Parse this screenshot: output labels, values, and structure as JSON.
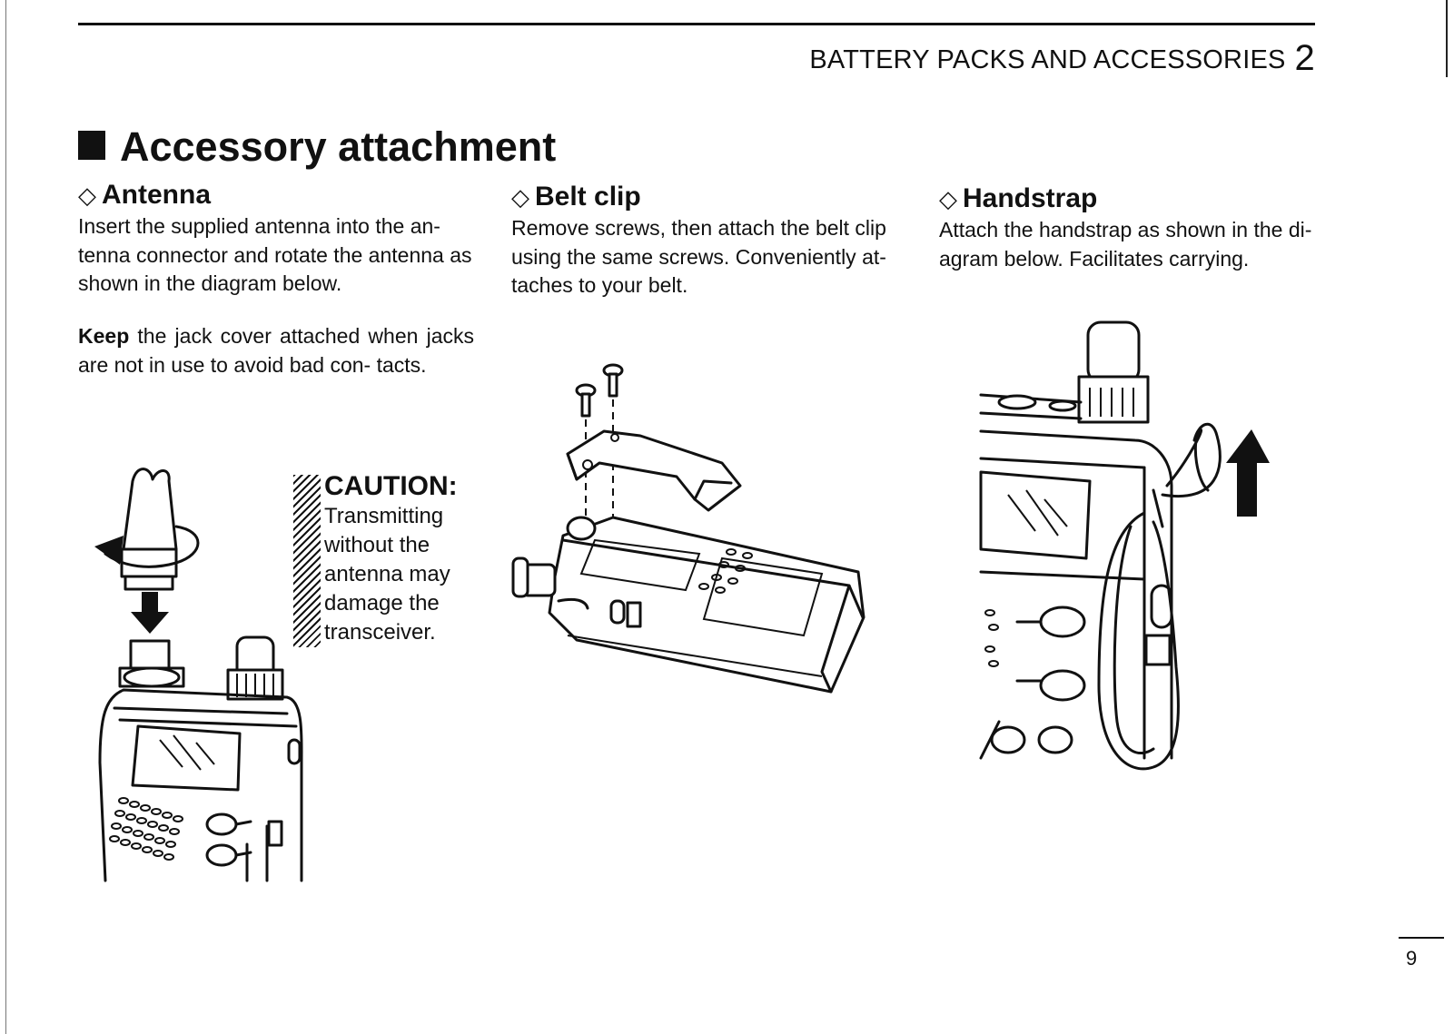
{
  "header": {
    "section_title": "BATTERY PACKS AND ACCESSORIES",
    "chapter_number": "2"
  },
  "title": "Accessory attachment",
  "antenna": {
    "heading": "Antenna",
    "text": "Insert the supplied antenna into the an- tenna connector and rotate the antenna as shown in the diagram below.",
    "keep_bold": "Keep",
    "keep_text": " the jack cover attached when jacks are not in use to avoid bad con- tacts."
  },
  "caution": {
    "title": "CAUTION:",
    "lines": [
      "Transmitting",
      "without the",
      "antenna may",
      "damage the",
      "transceiver."
    ]
  },
  "belt_clip": {
    "heading": "Belt clip",
    "text": "Remove screws, then attach the belt clip using the same screws. Conveniently at- taches to your belt."
  },
  "handstrap": {
    "heading": "Handstrap",
    "text": "Attach the handstrap as shown in the di- agram below. Facilitates carrying."
  },
  "page_number": "9",
  "icons": {
    "section_marker": "square-bullet-icon",
    "subsection_marker": "diamond-icon"
  }
}
